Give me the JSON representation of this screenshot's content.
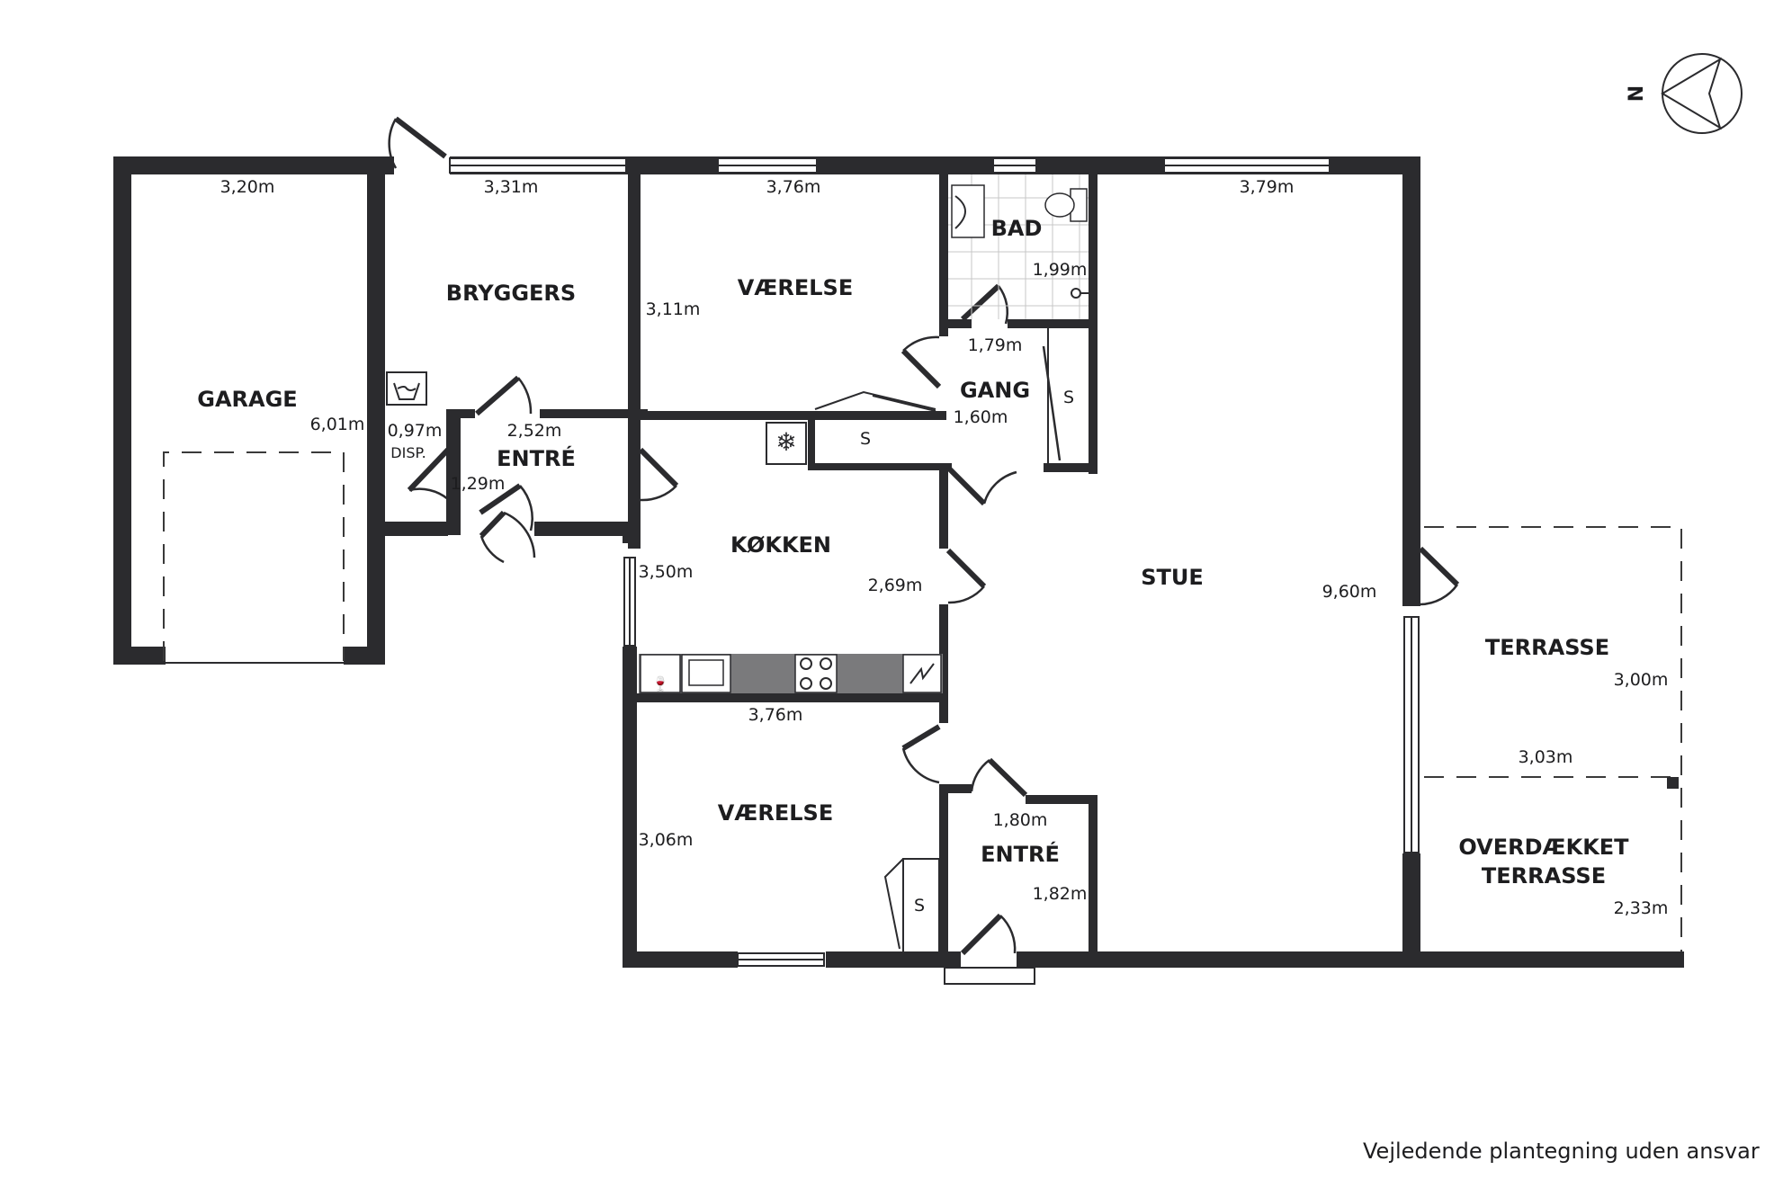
{
  "rooms": {
    "garage": {
      "label": "GARAGE",
      "width": "3,20m",
      "length": "6,01m"
    },
    "bryggers": {
      "label": "BRYGGERS",
      "width": "3,31m"
    },
    "disp": {
      "width": "0,97m",
      "label": "DISP."
    },
    "entre_west": {
      "label": "ENTRÉ",
      "width": "2,52m",
      "depth": "1,29m"
    },
    "vaerelse_north": {
      "label": "VÆRELSE",
      "width": "3,76m",
      "depth": "3,11m"
    },
    "bad": {
      "label": "BAD",
      "depth": "1,99m"
    },
    "gang": {
      "label": "GANG",
      "width": "1,79m",
      "depth": "1,60m"
    },
    "kokken": {
      "label": "KØKKEN",
      "depth": "3,50m",
      "width": "2,69m",
      "bottom_width": "3,76m"
    },
    "stue": {
      "label": "STUE",
      "top_width": "3,79m",
      "length": "9,60m"
    },
    "vaerelse_south": {
      "label": "VÆRELSE",
      "depth": "3,06m"
    },
    "entre_south": {
      "label": "ENTRÉ",
      "width": "1,80m",
      "depth": "1,82m"
    },
    "terrasse": {
      "label": "TERRASSE",
      "depth": "3,00m",
      "width": "3,03m"
    },
    "overdaekket": {
      "label_line1": "OVERDÆKKET",
      "label_line2": "TERRASSE",
      "depth": "2,33m"
    }
  },
  "closet_label": "S",
  "compass": {
    "letter": "N"
  },
  "disclaimer": "Vejledende plantegning uden ansvar",
  "colors": {
    "wall": "#2b2b2e",
    "background": "#ffffff",
    "counter": "#7a7a7c"
  }
}
